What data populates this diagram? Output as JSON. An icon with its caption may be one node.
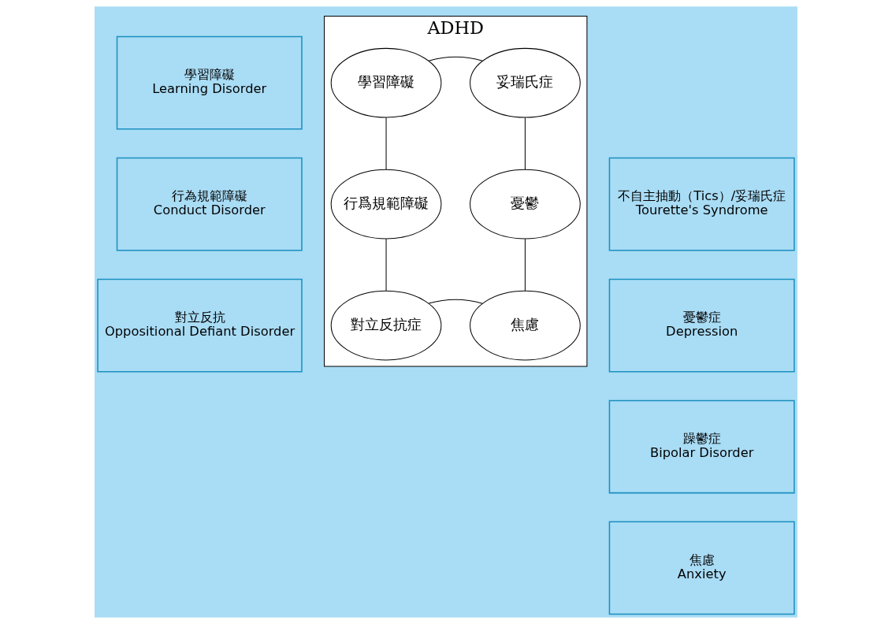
{
  "diagram": {
    "nodes": [
      {
        "text": [
          "學習障礙",
          "Learning Disorder"
        ]
      },
      {
        "text": [
          "不自主抽動（Tics）/妥瑞氏症",
          "Tourette's Syndrome"
        ]
      },
      {
        "text": [
          "ADHD"
        ]
      },
      {
        "text": [
          "學習障礙"
        ],
        "in": 2
      },
      {
        "text": [
          "妥瑞氏症"
        ],
        "in": 2
      },
      {
        "text": [
          "行爲規範障礙"
        ],
        "in": 2
      },
      {
        "text": [
          "憂鬱"
        ],
        "in": 2
      },
      {
        "text": [
          "對立反抗症"
        ],
        "in": 2
      },
      {
        "text": [
          "焦慮"
        ],
        "in": 2
      },
      {
        "text": [
          "憂鬱症",
          "Depression"
        ]
      },
      {
        "text": [
          "行為規範障礙",
          "Conduct Disorder"
        ]
      },
      {
        "text": [
          "躁鬱症",
          "Bipolar Disorder"
        ]
      },
      {
        "text": [
          "對立反抗",
          "Oppositional Defiant Disorder"
        ]
      },
      {
        "text": [
          "焦慮",
          "Anxiety"
        ]
      }
    ],
    "edges": [
      {
        "from": 3,
        "to": 4,
        "arrow": "none"
      },
      {
        "from": 3,
        "to": 5,
        "arrow": "none"
      },
      {
        "from": 5,
        "to": 7,
        "arrow": "none"
      },
      {
        "from": 7,
        "to": 8,
        "arrow": "none"
      },
      {
        "from": 8,
        "to": 6,
        "arrow": "none"
      },
      {
        "from": 6,
        "to": 4,
        "arrow": "none"
      }
    ]
  }
}
